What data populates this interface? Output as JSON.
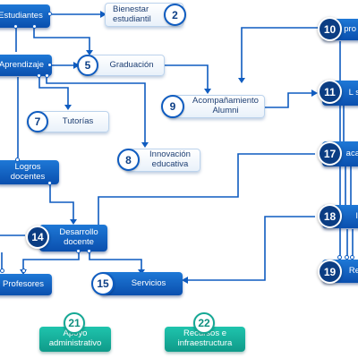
{
  "diagram": {
    "colors": {
      "line": "#0f5cc0",
      "primary": "#0a4fae",
      "light_text": "#1e3f73",
      "teal": "#13a894"
    },
    "nodes": [
      {
        "id": "estudiantes",
        "label": "Estudiantes"
      },
      {
        "id": "bienestar",
        "number": "2",
        "label": "Bienestar estudiantil"
      },
      {
        "id": "aprendizaje",
        "label": "Aprendizaje"
      },
      {
        "id": "graduacion",
        "number": "5",
        "label": "Graduación"
      },
      {
        "id": "tutorias",
        "number": "7",
        "label": "Tutorías"
      },
      {
        "id": "acompanamiento",
        "number": "9",
        "label": "Acompañamiento Alumni"
      },
      {
        "id": "innovacion",
        "number": "8",
        "label": "Innovación educativa"
      },
      {
        "id": "logros",
        "label": "Logros docentes"
      },
      {
        "id": "desarrollo",
        "number": "14",
        "label": "Desarrollo docente"
      },
      {
        "id": "profesores",
        "label": "Profesores"
      },
      {
        "id": "servicios",
        "number": "15",
        "label": "Servicios"
      },
      {
        "id": "apoyo",
        "number": "21",
        "label": "Apoyo administrativo"
      },
      {
        "id": "recursos",
        "number": "22",
        "label": "Recursos e infraestructura"
      },
      {
        "id": "n10",
        "number": "10",
        "label": "pro"
      },
      {
        "id": "n11",
        "number": "11",
        "label": "L s"
      },
      {
        "id": "n17",
        "number": "17",
        "label": "aca"
      },
      {
        "id": "n18",
        "number": "18",
        "label": "I"
      },
      {
        "id": "n19",
        "number": "19",
        "label": "Re"
      }
    ]
  }
}
